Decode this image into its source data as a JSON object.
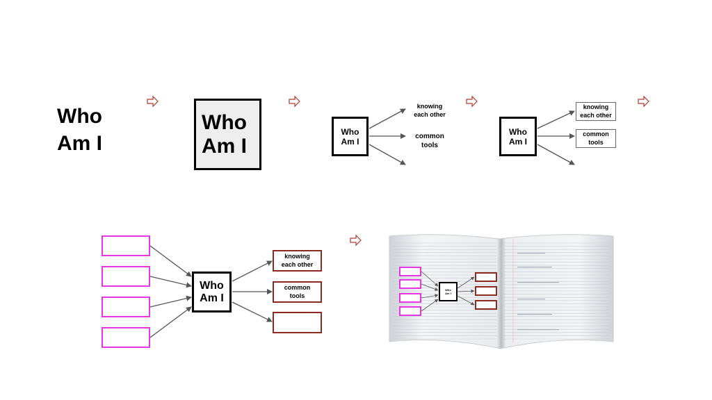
{
  "colors": {
    "arrow_outline": "#b03a2e",
    "pink": "#e535e5",
    "maroon": "#8b2a1e",
    "box_fill": "#eeeeee"
  },
  "step1": {
    "line1": "Who",
    "line2": "Am I"
  },
  "step2": {
    "line1": "Who",
    "line2": "Am I"
  },
  "step3": {
    "center1": "Who",
    "center2": "Am I",
    "top1": "knowing",
    "top2": "each other",
    "mid1": "common",
    "mid2": "tools"
  },
  "step4": {
    "center1": "Who",
    "center2": "Am I",
    "top1": "knowing",
    "top2": "each other",
    "mid1": "common",
    "mid2": "tools"
  },
  "step5": {
    "center1": "Who",
    "center2": "Am I",
    "top1": "knowing",
    "top2": "each other",
    "mid1": "common",
    "mid2": "tools"
  },
  "step6": {
    "center1": "Who",
    "center2": "Am I"
  },
  "icons": [
    "arrow-right-icon"
  ]
}
